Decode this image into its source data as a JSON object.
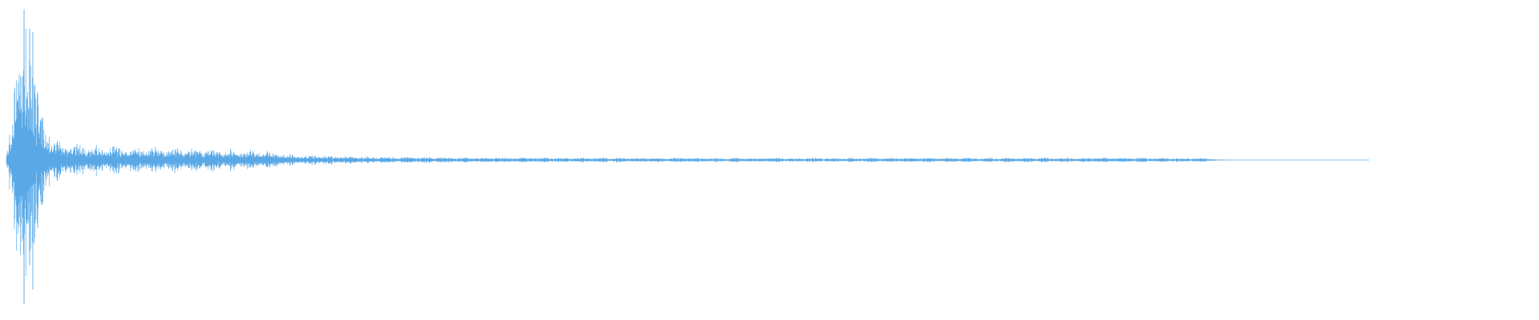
{
  "waveform": {
    "color": "#5aa9e6",
    "background": "#ffffff",
    "envelope": {
      "description_free": true,
      "peak_amplitude": 1.0,
      "decay_profile": [
        [
          0.0,
          0.08
        ],
        [
          0.004,
          0.35
        ],
        [
          0.01,
          0.95
        ],
        [
          0.013,
          1.0
        ],
        [
          0.016,
          0.85
        ],
        [
          0.02,
          0.65
        ],
        [
          0.026,
          0.32
        ],
        [
          0.033,
          0.18
        ],
        [
          0.06,
          0.12
        ],
        [
          0.12,
          0.095
        ],
        [
          0.19,
          0.075
        ],
        [
          0.21,
          0.045
        ],
        [
          0.26,
          0.03
        ],
        [
          0.32,
          0.022
        ],
        [
          0.5,
          0.018
        ],
        [
          0.7,
          0.018
        ],
        [
          0.82,
          0.02
        ],
        [
          0.88,
          0.016
        ],
        [
          0.89,
          0.004
        ],
        [
          0.9,
          0.0
        ]
      ]
    }
  }
}
